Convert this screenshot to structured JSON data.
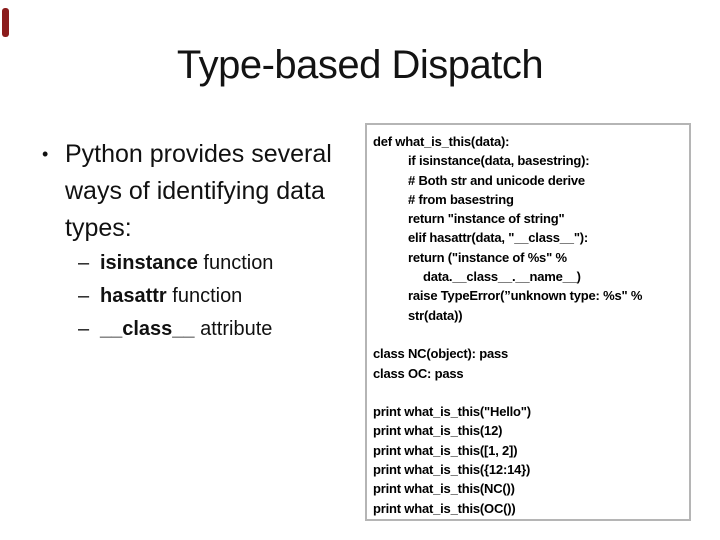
{
  "slide": {
    "title": "Type-based Dispatch",
    "corner_mark_color": "#8B1C1C"
  },
  "bullets": {
    "main_marker": "•",
    "main": "Python provides several ways of identifying data types:",
    "sub_marker": "–",
    "sub": [
      {
        "strong": "isinstance",
        "rest": " function"
      },
      {
        "strong": "hasattr",
        "rest": " function"
      },
      {
        "strong": "__class__",
        "rest": " attribute"
      }
    ]
  },
  "code_box": {
    "border_color": "#b5b5b5",
    "lines": [
      {
        "text": "def what_is_this(data):",
        "indent": 0
      },
      {
        "text": "if isinstance(data, basestring):",
        "indent": 1
      },
      {
        "text": "# Both str and unicode derive",
        "indent": 1
      },
      {
        "text": "# from basestring",
        "indent": 1
      },
      {
        "text": "return \"instance of string\"",
        "indent": 1
      },
      {
        "text": "elif hasattr(data, \"__class__\"):",
        "indent": 1
      },
      {
        "text": "return (\"instance of %s\" %",
        "indent": 1
      },
      {
        "text": "data.__class__.__name__)",
        "indent": 2
      },
      {
        "text": "raise TypeError(”unknown type: %s\" %",
        "indent": 1
      },
      {
        "text": "str(data))",
        "indent": 1
      },
      {
        "text": "",
        "indent": 0
      },
      {
        "text": "class NC(object): pass",
        "indent": 0
      },
      {
        "text": "class OC: pass",
        "indent": 0
      },
      {
        "text": "",
        "indent": 0
      },
      {
        "text": "print what_is_this(\"Hello\")",
        "indent": 0
      },
      {
        "text": "print what_is_this(12)",
        "indent": 0
      },
      {
        "text": "print what_is_this([1, 2])",
        "indent": 0
      },
      {
        "text": "print what_is_this({12:14})",
        "indent": 0
      },
      {
        "text": "print what_is_this(NC())",
        "indent": 0
      },
      {
        "text": "print what_is_this(OC())",
        "indent": 0
      }
    ]
  }
}
